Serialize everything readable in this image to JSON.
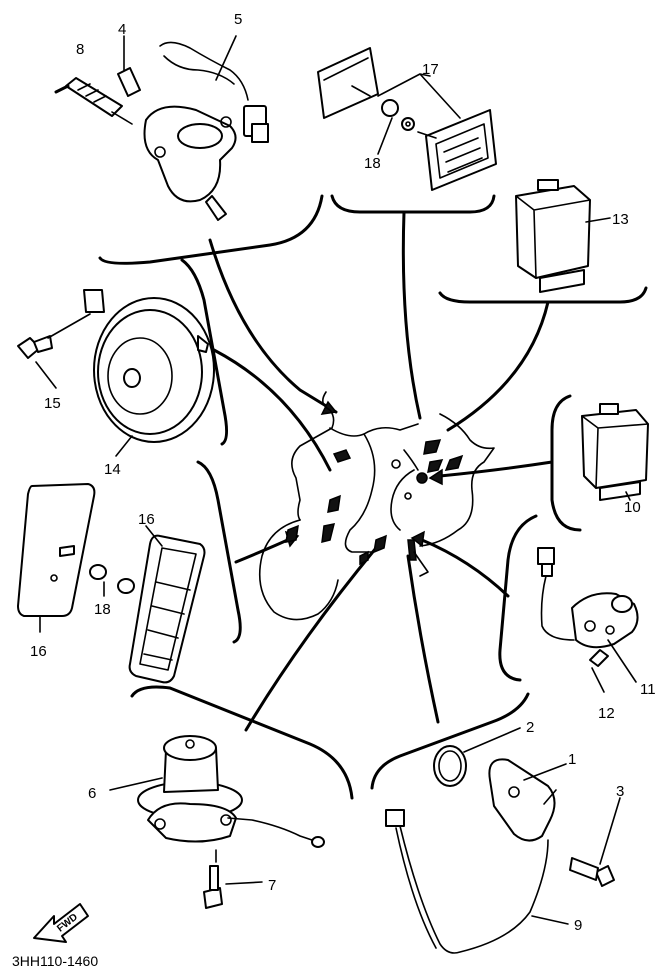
{
  "callouts": {
    "c1": "1",
    "c2": "2",
    "c3": "3",
    "c4": "4",
    "c5": "5",
    "c6": "6",
    "c7": "7",
    "c8": "8",
    "c9": "9",
    "c10": "10",
    "c11": "11",
    "c12": "12",
    "c13": "13",
    "c14": "14",
    "c15": "15",
    "c16a": "16",
    "c16b": "16",
    "c17": "17",
    "c18a": "18",
    "c18b": "18"
  },
  "direction_label": "FWD",
  "figure_code": "3HH110-1460"
}
